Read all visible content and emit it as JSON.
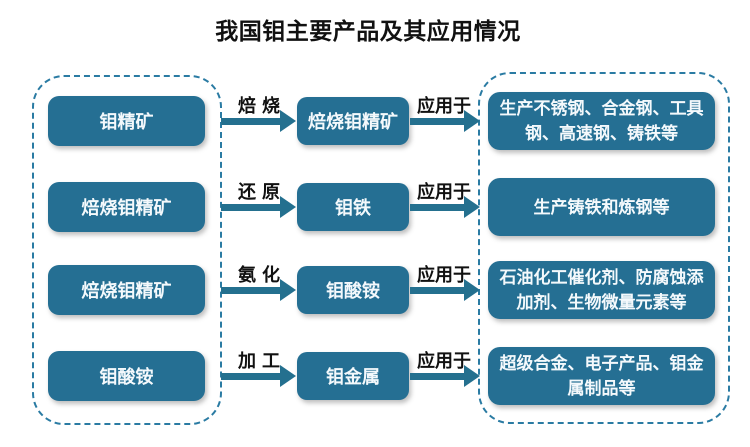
{
  "title": "我国钼主要产品及其应用情况",
  "colors": {
    "box": "#256f93",
    "panel-border": "#2a7ba3",
    "arrow": "#24708f"
  },
  "rows": [
    {
      "source": "钼精矿",
      "process": "焙烧",
      "product": "焙烧钼精矿",
      "apply_label": "应用于",
      "application": "生产不锈钢、合金钢、工具钢、高速钢、铸铁等"
    },
    {
      "source": "焙烧钼精矿",
      "process": "还原",
      "product": "钼铁",
      "apply_label": "应用于",
      "application": "生产铸铁和炼钢等"
    },
    {
      "source": "焙烧钼精矿",
      "process": "氨化",
      "product": "钼酸铵",
      "apply_label": "应用于",
      "application": "石油化工催化剂、防腐蚀添加剂、生物微量元素等"
    },
    {
      "source": "钼酸铵",
      "process": "加工",
      "product": "钼金属",
      "apply_label": "应用于",
      "application": "超级合金、电子产品、钼金属制品等"
    }
  ]
}
